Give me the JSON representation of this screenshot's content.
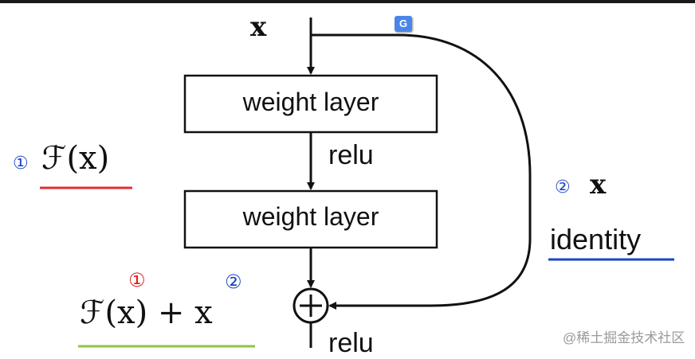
{
  "diagram": {
    "input_label": "x",
    "layers": [
      {
        "label": "weight layer"
      },
      {
        "label": "weight layer"
      }
    ],
    "activation_mid": "relu",
    "activation_out": "relu",
    "residual_label": "ℱ(x)",
    "residual_marker": "①",
    "shortcut_marker": "②",
    "shortcut_var": "x",
    "shortcut_label": "identity",
    "sum_expression": "ℱ(x) + x",
    "sum_marker_1": "①",
    "sum_marker_2": "②",
    "sum_symbol": "+"
  },
  "watermark": "@稀土掘金技术社区",
  "icons": {
    "translate": "translate-icon"
  },
  "colors": {
    "underline_residual": "#e03030",
    "underline_identity": "#1a45c8",
    "underline_sum": "#8cc63f",
    "marker_blue": "#1a45c8",
    "marker_red": "#e02020"
  }
}
